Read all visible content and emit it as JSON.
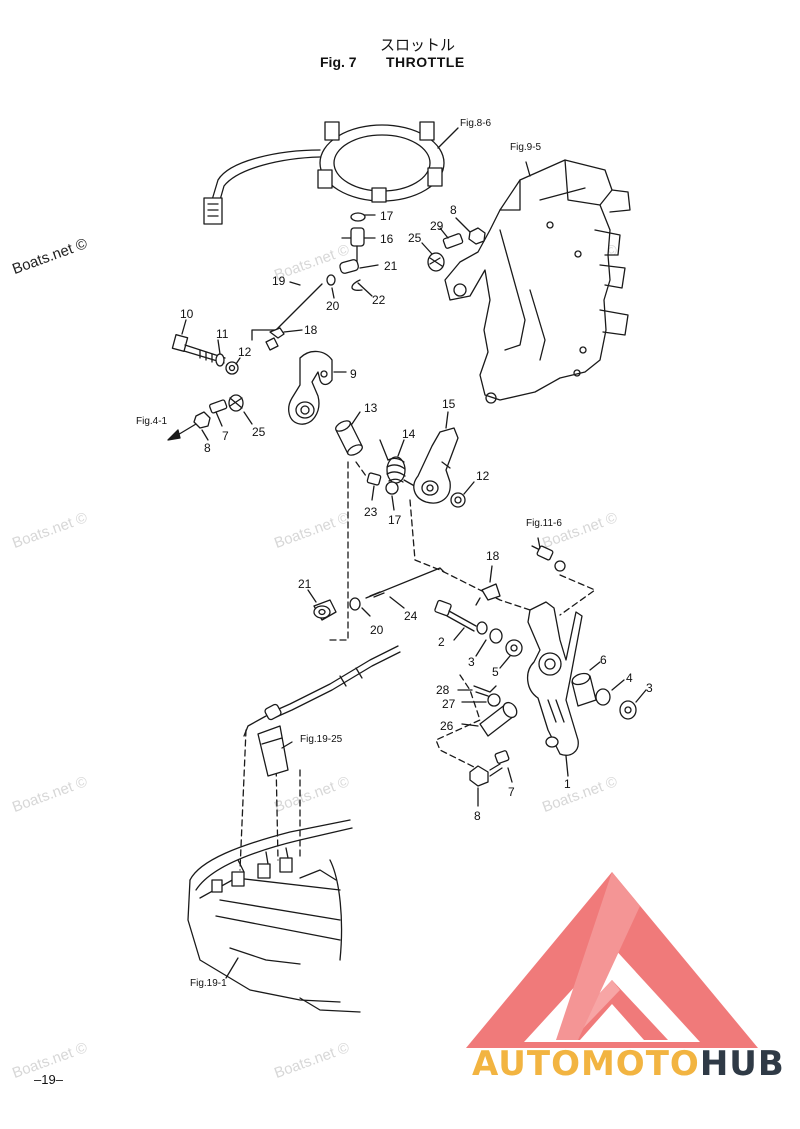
{
  "header": {
    "title_jp": "スロットル",
    "fig_number": "Fig. 7",
    "fig_title": "THROTTLE"
  },
  "watermark": "Boats.net ©",
  "page_number": "–19–",
  "references": {
    "fig_8_6": "Fig.8-6",
    "fig_9_5": "Fig.9-5",
    "fig_4_1": "Fig.4-1",
    "fig_11_6": "Fig.11-6",
    "fig_19_25": "Fig.19-25",
    "fig_19_1": "Fig.19-1"
  },
  "callouts": {
    "p17a": "17",
    "p16": "16",
    "p21a": "21",
    "p22": "22",
    "p20a": "20",
    "p19": "19",
    "p18a": "18",
    "p8a": "8",
    "p29": "29",
    "p25a": "25",
    "p10": "10",
    "p11": "11",
    "p12a": "12",
    "p9": "9",
    "p25b": "25",
    "p7a": "7",
    "p8b": "8",
    "p13": "13",
    "p14": "14",
    "p15": "15",
    "p12b": "12",
    "p23": "23",
    "p17b": "17",
    "p18b": "18",
    "p21b": "21",
    "p20b": "20",
    "p24": "24",
    "p2": "2",
    "p3a": "3",
    "p5": "5",
    "p6": "6",
    "p4": "4",
    "p3b": "3",
    "p28": "28",
    "p27": "27",
    "p26": "26",
    "p1": "1",
    "p7b": "7",
    "p8c": "8"
  },
  "logo": {
    "text_part1": "AUTOMOTO",
    "text_part2": "HUB",
    "color_primary": "#f07a7a",
    "color_secondary": "#f2b441",
    "color_dark": "#2f3a46"
  }
}
